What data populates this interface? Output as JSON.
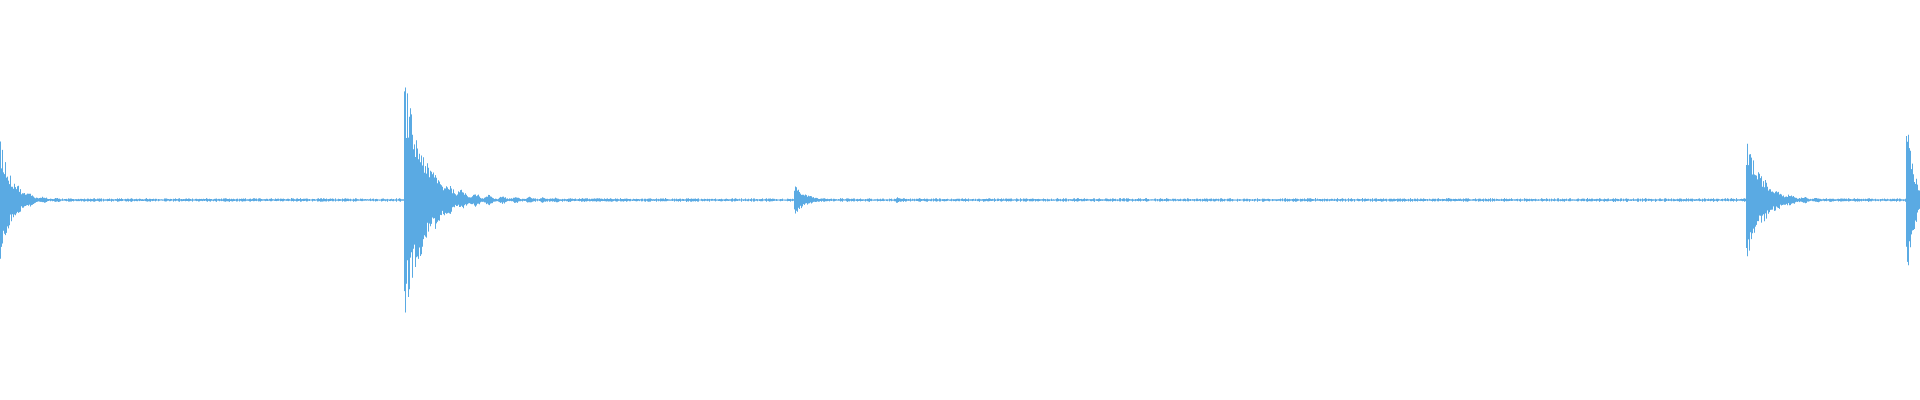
{
  "waveform": {
    "color": "#5aaae3",
    "background": "#ffffff",
    "noise_floor": 0.006,
    "events": [
      {
        "time": 0.0,
        "peak": 0.26,
        "decay": 0.006
      },
      {
        "time": 0.211,
        "peak": 0.5,
        "decay": 0.01
      },
      {
        "time": 0.414,
        "peak": 0.06,
        "decay": 0.006
      },
      {
        "time": 0.467,
        "peak": 0.012,
        "decay": 0.004
      },
      {
        "time": 0.91,
        "peak": 0.25,
        "decay": 0.008
      },
      {
        "time": 0.9935,
        "peak": 0.29,
        "decay": 0.004
      }
    ]
  }
}
